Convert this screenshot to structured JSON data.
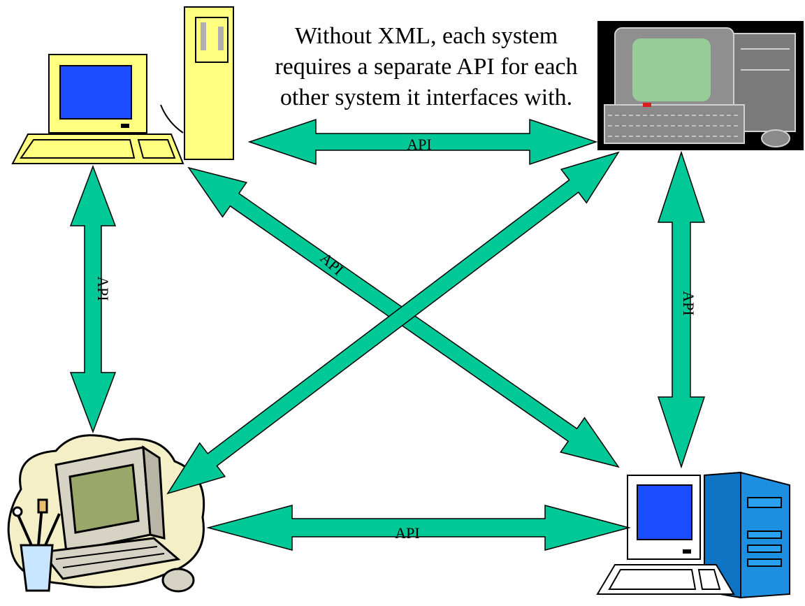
{
  "caption": {
    "lines": [
      "Without XML, each system",
      "requires a separate API for each",
      "other system it interfaces with."
    ]
  },
  "connections": {
    "top": "API",
    "left": "API",
    "right": "API",
    "bottom": "API",
    "diagonal": "API"
  },
  "colors": {
    "arrow_fill": "#00c896",
    "arrow_stroke": "#000000",
    "computer_yellow": "#ffff80",
    "screen_blue": "#1a4dff",
    "tower_blue": "#1e8fe0"
  },
  "icons": {
    "top_left": "yellow-desktop-computer-icon",
    "top_right": "old-crt-computer-icon",
    "bottom_left": "clipart-workstation-icon",
    "bottom_right": "blue-tower-computer-icon"
  }
}
